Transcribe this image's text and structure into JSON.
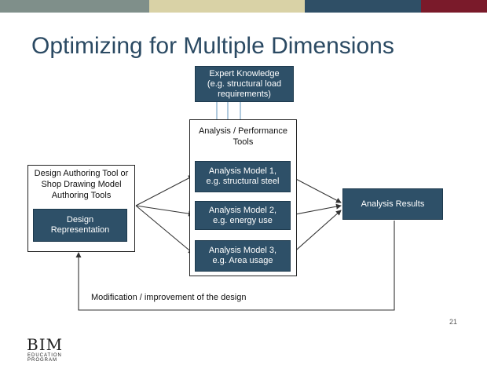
{
  "slide": {
    "title": "Optimizing for Multiple Dimensions",
    "page_number": "21",
    "accent_colors": [
      "#7f8f8a",
      "#d9d2a6",
      "#2f4f66",
      "#7a1a2a"
    ]
  },
  "diagram": {
    "expert": {
      "lines": [
        "Expert Knowledge",
        "(e.g. structural load",
        "requirements)"
      ]
    },
    "design_tool": {
      "lines": [
        "Design Authoring Tool or",
        "Shop Drawing Model",
        "Authoring Tools"
      ],
      "representation": [
        "Design",
        "Representation"
      ]
    },
    "analysis_group": {
      "label_lines": [
        "Analysis / Performance",
        "Tools"
      ],
      "models": [
        {
          "lines": [
            "Analysis Model 1,",
            "e.g. structural steel"
          ]
        },
        {
          "lines": [
            "Analysis Model 2,",
            "e.g. energy use"
          ]
        },
        {
          "lines": [
            "Analysis Model 3,",
            "e.g. Area usage"
          ]
        }
      ]
    },
    "results": {
      "label": "Analysis Results"
    },
    "feedback_label": "Modification / improvement of the design"
  },
  "logo": {
    "main": "BIM",
    "sub": [
      "EDUCATION",
      "PROGRAM"
    ]
  }
}
